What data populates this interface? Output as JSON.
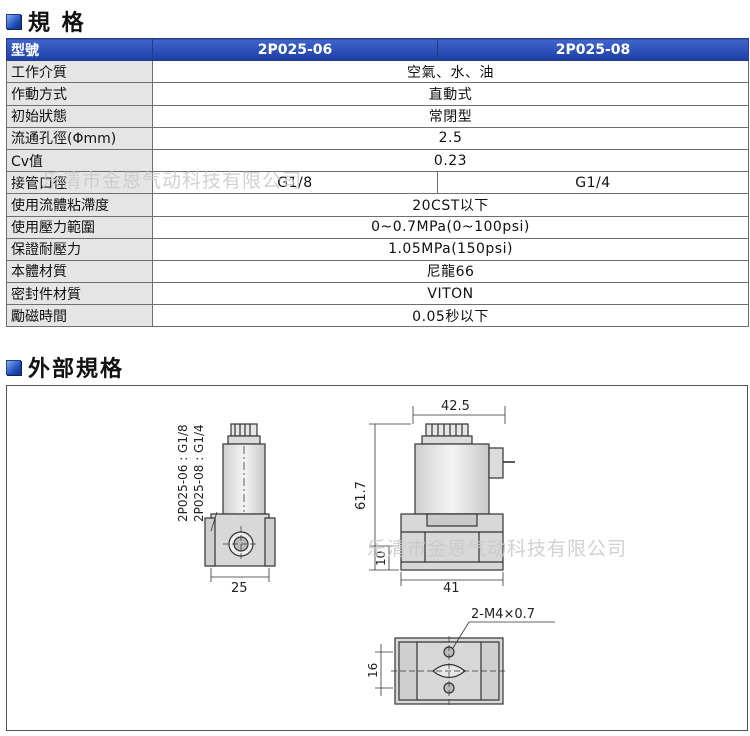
{
  "sections": {
    "spec_title": "規 格",
    "external_title": "外部規格"
  },
  "table": {
    "header": {
      "label": "型號",
      "col1": "2P025-06",
      "col2": "2P025-08"
    },
    "rows": [
      {
        "label": "工作介質",
        "value": "空氣、水、油"
      },
      {
        "label": "作動方式",
        "value": "直動式"
      },
      {
        "label": "初始狀態",
        "value": "常閉型"
      },
      {
        "label": "流通孔徑(Φmm)",
        "value": "2.5"
      },
      {
        "label": "Cv值",
        "value": "0.23"
      },
      {
        "label": "接管口徑",
        "value_col1": "G1/8",
        "value_col2": "G1/4"
      },
      {
        "label": "使用流體粘滯度",
        "value": "20CST以下"
      },
      {
        "label": "使用壓力範圍",
        "value": "0~0.7MPa(0~100psi)"
      },
      {
        "label": "保證耐壓力",
        "value": "1.05MPa(150psi)"
      },
      {
        "label": "本體材質",
        "value": "尼龍66"
      },
      {
        "label": "密封件材質",
        "value": "VITON"
      },
      {
        "label": "勵磁時間",
        "value": "0.05秒以下"
      }
    ]
  },
  "drawing": {
    "side_label_1": "2P025-06 : G1/8",
    "side_label_2": "2P025-08 : G1/4",
    "dim_width_left": "25",
    "dim_top_width": "42.5",
    "dim_height": "61.7",
    "dim_base": "10",
    "dim_bottom_width": "41",
    "dim_mount": "2-M4×0.7",
    "dim_bottom_height": "16"
  },
  "watermark": {
    "text_upper": "乐清市金恩气动科技有限公司",
    "text_lower": "乐清市金恩气动科技有限公司"
  }
}
